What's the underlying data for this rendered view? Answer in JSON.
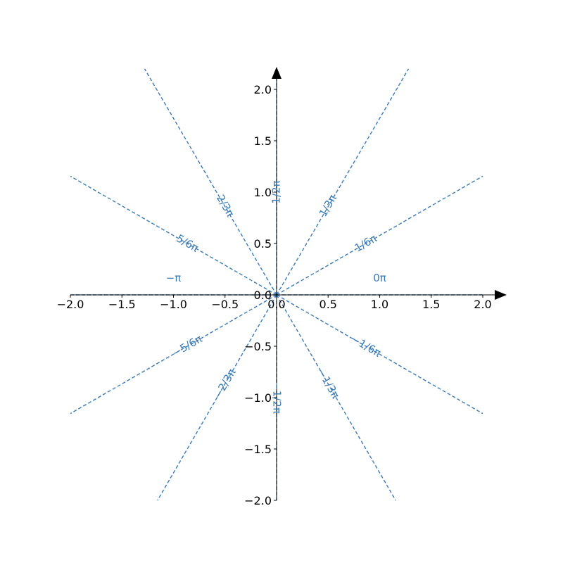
{
  "chart_data": {
    "type": "line",
    "title": "",
    "xlabel": "",
    "ylabel": "",
    "xlim": [
      -2.0,
      2.0
    ],
    "ylim": [
      -2.0,
      2.2
    ],
    "grid": false,
    "line_style": "dashed",
    "color": "#3b7bb5",
    "x_ticks": [
      "−2.0",
      "−1.5",
      "−1.0",
      "−0.5",
      "0.0",
      "0.5",
      "1.0",
      "1.5",
      "2.0"
    ],
    "x_tick_values": [
      -2.0,
      -1.5,
      -1.0,
      -0.5,
      0.0,
      0.5,
      1.0,
      1.5,
      2.0
    ],
    "y_ticks": [
      "−2.0",
      "−1.5",
      "−1.0",
      "−0.5",
      "0.0",
      "0.5",
      "1.0",
      "1.5",
      "2.0"
    ],
    "y_tick_values": [
      -2.0,
      -1.5,
      -1.0,
      -0.5,
      0.0,
      0.5,
      1.0,
      1.5,
      2.0
    ],
    "series": [
      {
        "label": "0π",
        "angle_pi": 0.0,
        "x": [
          0,
          2.0
        ],
        "y": [
          0,
          0.0
        ],
        "label_at": [
          1.0,
          0.16
        ]
      },
      {
        "label": "1/6π",
        "angle_pi": 0.1667,
        "x": [
          0,
          2.0
        ],
        "y": [
          0,
          1.155
        ],
        "label_at": [
          0.866,
          0.5
        ]
      },
      {
        "label": "1/3π",
        "angle_pi": 0.3333,
        "x": [
          0,
          1.28
        ],
        "y": [
          0,
          2.2
        ],
        "label_at": [
          0.5,
          0.866
        ]
      },
      {
        "label": "1/2π",
        "angle_pi": 0.5,
        "x": [
          0,
          0.0
        ],
        "y": [
          0,
          2.2
        ],
        "label_at": [
          0.0,
          1.0
        ]
      },
      {
        "label": "2/3π",
        "angle_pi": 0.6667,
        "x": [
          0,
          -1.28
        ],
        "y": [
          0,
          2.2
        ],
        "label_at": [
          -0.5,
          0.866
        ]
      },
      {
        "label": "5/6π",
        "angle_pi": 0.8333,
        "x": [
          0,
          -2.0
        ],
        "y": [
          0,
          1.155
        ],
        "label_at": [
          -0.866,
          0.5
        ]
      },
      {
        "label": "−π",
        "angle_pi": -1.0,
        "x": [
          0,
          -2.0
        ],
        "y": [
          0,
          0.0
        ],
        "label_at": [
          -1.0,
          0.16
        ]
      },
      {
        "label": "−5/6π",
        "angle_pi": -0.8333,
        "x": [
          0,
          -2.0
        ],
        "y": [
          0,
          -1.155
        ],
        "label_at": [
          -0.866,
          -0.5
        ]
      },
      {
        "label": "−2/3π",
        "angle_pi": -0.6667,
        "x": [
          0,
          -1.155
        ],
        "y": [
          0,
          -2.0
        ],
        "label_at": [
          -0.5,
          -0.866
        ]
      },
      {
        "label": "−1/2π",
        "angle_pi": -0.5,
        "x": [
          0,
          0.0
        ],
        "y": [
          0,
          -2.0
        ],
        "label_at": [
          0.0,
          -1.0
        ]
      },
      {
        "label": "−1/3π",
        "angle_pi": -0.3333,
        "x": [
          0,
          1.155
        ],
        "y": [
          0,
          -2.0
        ],
        "label_at": [
          0.5,
          -0.866
        ]
      },
      {
        "label": "−1/6π",
        "angle_pi": -0.1667,
        "x": [
          0,
          2.0
        ],
        "y": [
          0,
          -1.155
        ],
        "label_at": [
          0.866,
          -0.5
        ]
      }
    ]
  }
}
